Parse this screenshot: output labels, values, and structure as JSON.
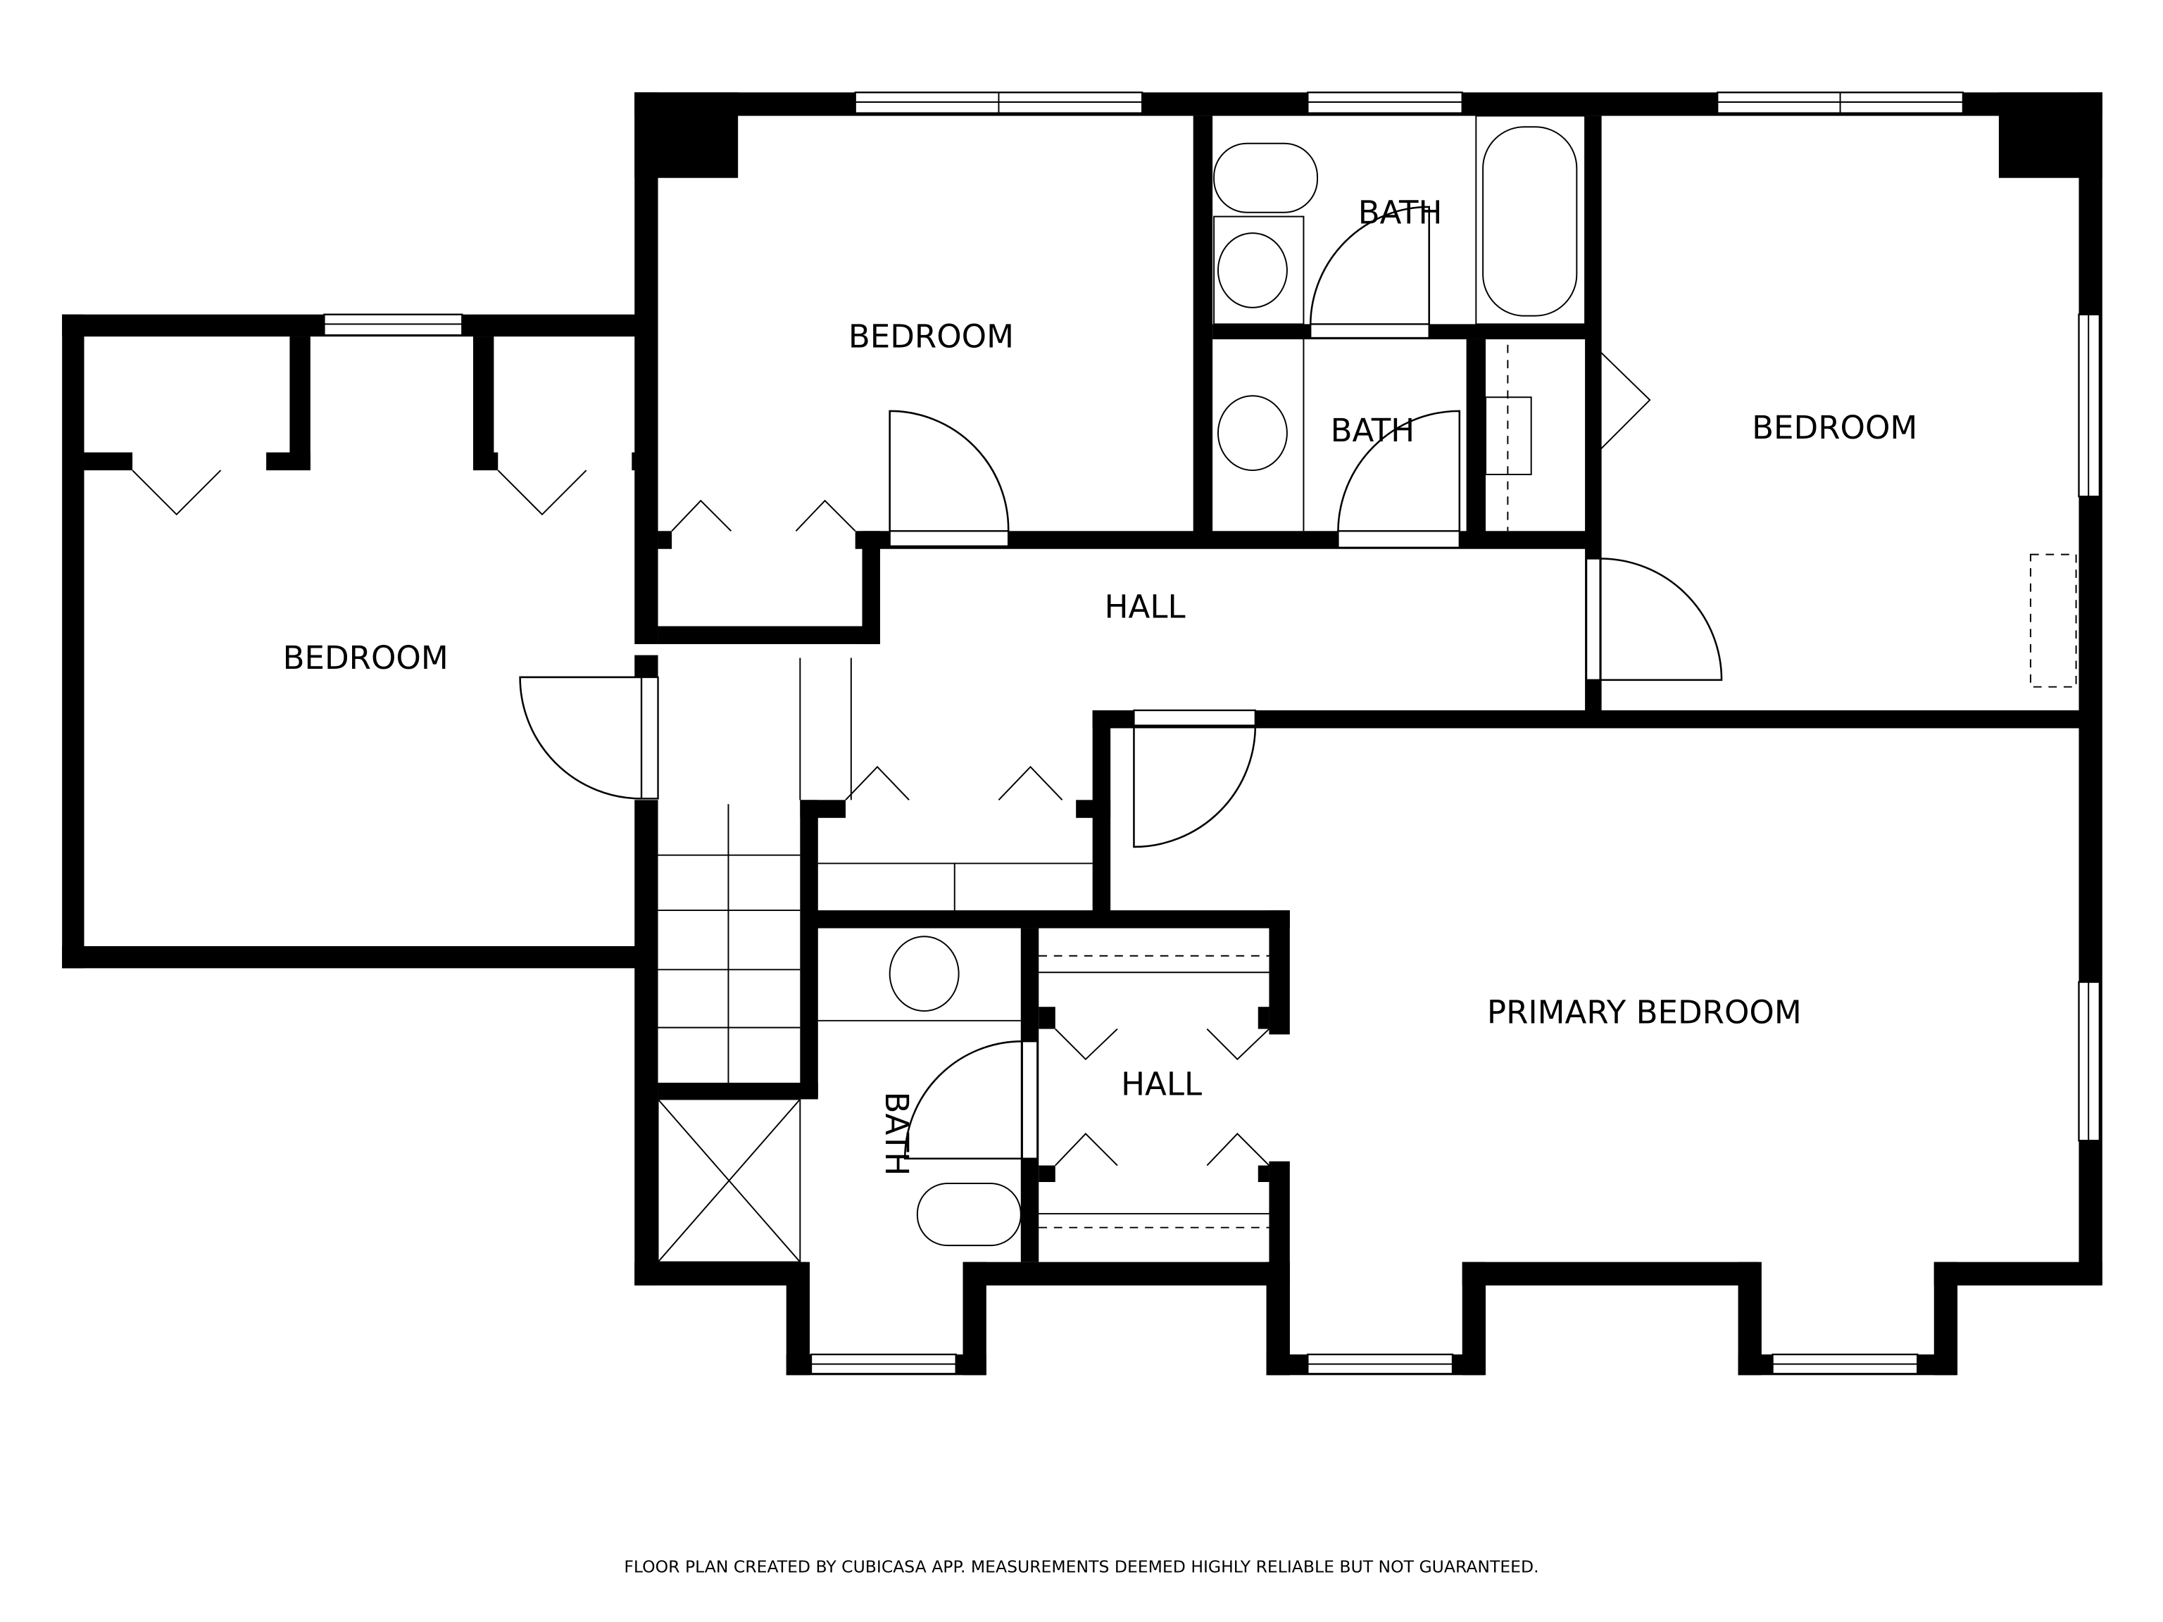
{
  "rooms": {
    "bedroom_top": "BEDROOM",
    "bath_top": "BATH",
    "bath_middle": "BATH",
    "bedroom_right": "BEDROOM",
    "bedroom_left": "BEDROOM",
    "hall_main": "HALL",
    "primary_bedroom": "PRIMARY BEDROOM",
    "hall_lower": "HALL",
    "bath_lower": "BATH"
  },
  "footer": {
    "disclaimer": "FLOOR PLAN CREATED BY CUBICASA APP. MEASUREMENTS DEEMED HIGHLY RELIABLE BUT NOT GUARANTEED."
  },
  "colors": {
    "wall": "#000000",
    "background": "#ffffff"
  }
}
